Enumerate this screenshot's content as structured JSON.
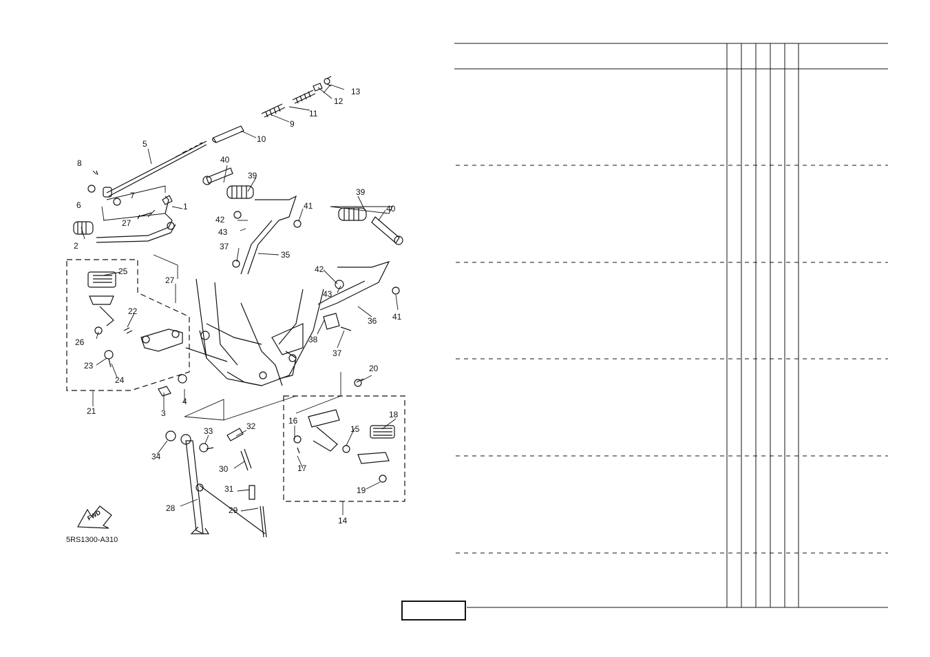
{
  "figure": {
    "code": "5RS1300-A310",
    "fwd_label": "FWD"
  },
  "callouts": {
    "n1": "1",
    "n2": "2",
    "n3": "3",
    "n4": "4",
    "n5": "5",
    "n6": "6",
    "n7": "7",
    "n8": "8",
    "n9": "9",
    "n10": "10",
    "n11": "11",
    "n12": "12",
    "n13": "13",
    "n14": "14",
    "n15": "15",
    "n16": "16",
    "n17": "17",
    "n18": "18",
    "n19": "19",
    "n20": "20",
    "n21": "21",
    "n22": "22",
    "n23": "23",
    "n24": "24",
    "n25": "25",
    "n26": "26",
    "n27a": "27",
    "n27b": "27",
    "n28": "28",
    "n29": "29",
    "n30": "30",
    "n31": "31",
    "n32": "32",
    "n33": "33",
    "n34": "34",
    "n35": "35",
    "n36": "36",
    "n37a": "37",
    "n37b": "37",
    "n38": "38",
    "n39a": "39",
    "n39b": "39",
    "n40a": "40",
    "n40b": "40",
    "n41a": "41",
    "n41b": "41",
    "n42a": "42",
    "n42b": "42",
    "n43a": "43",
    "n43b": "43"
  },
  "parts_table": {
    "row_groups": 6,
    "qty_columns": 5,
    "page_number": ""
  }
}
